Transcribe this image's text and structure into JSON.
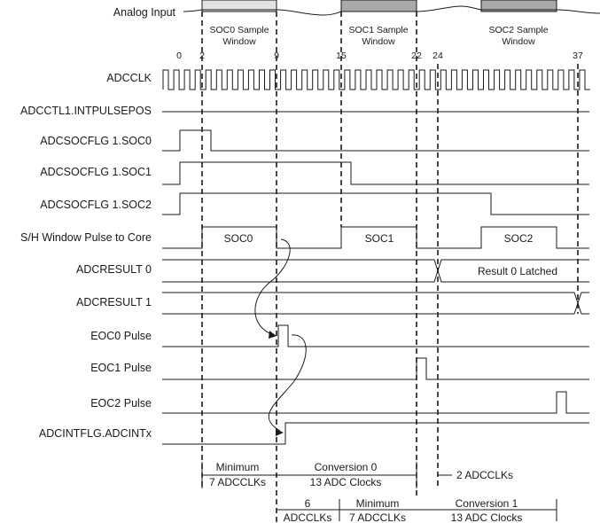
{
  "diagram": {
    "signals": [
      "Analog Input",
      "ADCCLK",
      "ADCCTL1.INTPULSEPOS",
      "ADCSOCFLG 1.SOC0",
      "ADCSOCFLG 1.SOC1",
      "ADCSOCFLG 1.SOC2",
      "S/H Window Pulse to Core",
      "ADCRESULT 0",
      "ADCRESULT 1",
      "EOC0 Pulse",
      "EOC1 Pulse",
      "EOC2 Pulse",
      "ADCINTFLG.ADCINTx"
    ],
    "sample_windows": [
      {
        "line1": "SOC0 Sample",
        "line2": "Window"
      },
      {
        "line1": "SOC1 Sample",
        "line2": "Window"
      },
      {
        "line1": "SOC2 Sample",
        "line2": "Window"
      }
    ],
    "clock_ticks": [
      "0",
      "2",
      "9",
      "15",
      "22",
      "24",
      "37"
    ],
    "sh_pulses": [
      "SOC0",
      "SOC1",
      "SOC2"
    ],
    "result0_label": "Result 0 Latched",
    "measurements": {
      "m1": {
        "line1": "Minimum",
        "line2": "7 ADCCLKs"
      },
      "m2": {
        "line1": "Conversion  0",
        "line2": "13 ADC Clocks"
      },
      "m3": {
        "line1": "2 ADCCLKs"
      },
      "m4": {
        "line1": "6",
        "line2": "ADCCLKs"
      },
      "m5": {
        "line1": "Minimum",
        "line2": "7 ADCCLKs"
      },
      "m6": {
        "line1": "Conversion  1",
        "line2": "13 ADC Clocks"
      }
    },
    "colors": {
      "ink": "#1a1a1a",
      "window_fill_0": "#e3e3e3",
      "window_fill_1": "#a9a9a9",
      "window_fill_2": "#a9a9a9"
    }
  }
}
